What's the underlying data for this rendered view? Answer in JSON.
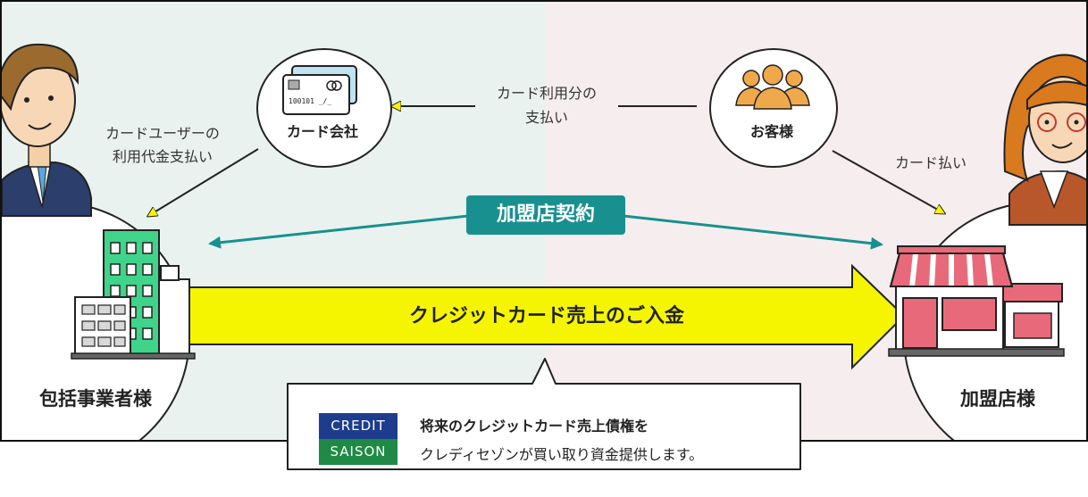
{
  "nodes": {
    "card_company": "カード会社",
    "customer": "お客様",
    "business": "包括事業者様",
    "merchant": "加盟店様"
  },
  "labels": {
    "card_user_payment_line1": "カードユーザーの",
    "card_user_payment_line2": "利用代金支払い",
    "card_usage_payment_line1": "カード利用分の",
    "card_usage_payment_line2": "支払い",
    "card_payment": "カード払い",
    "merchant_contract": "加盟店契約",
    "credit_sales_deposit": "クレジットカード売上のご入金"
  },
  "callout": {
    "line1": "将来のクレジットカード売上債権を",
    "line2": "クレディセゾンが買い取り資金提供します。",
    "logo_top": "CREDIT",
    "logo_bottom": "SAISON"
  },
  "colors": {
    "left_bg": "#e9f2ef",
    "right_bg": "#f6eeee",
    "yellow_arrow": "#f5f500",
    "teal": "#18908f",
    "building_green": "#3fd48a",
    "shop_red": "#e86a7a"
  }
}
